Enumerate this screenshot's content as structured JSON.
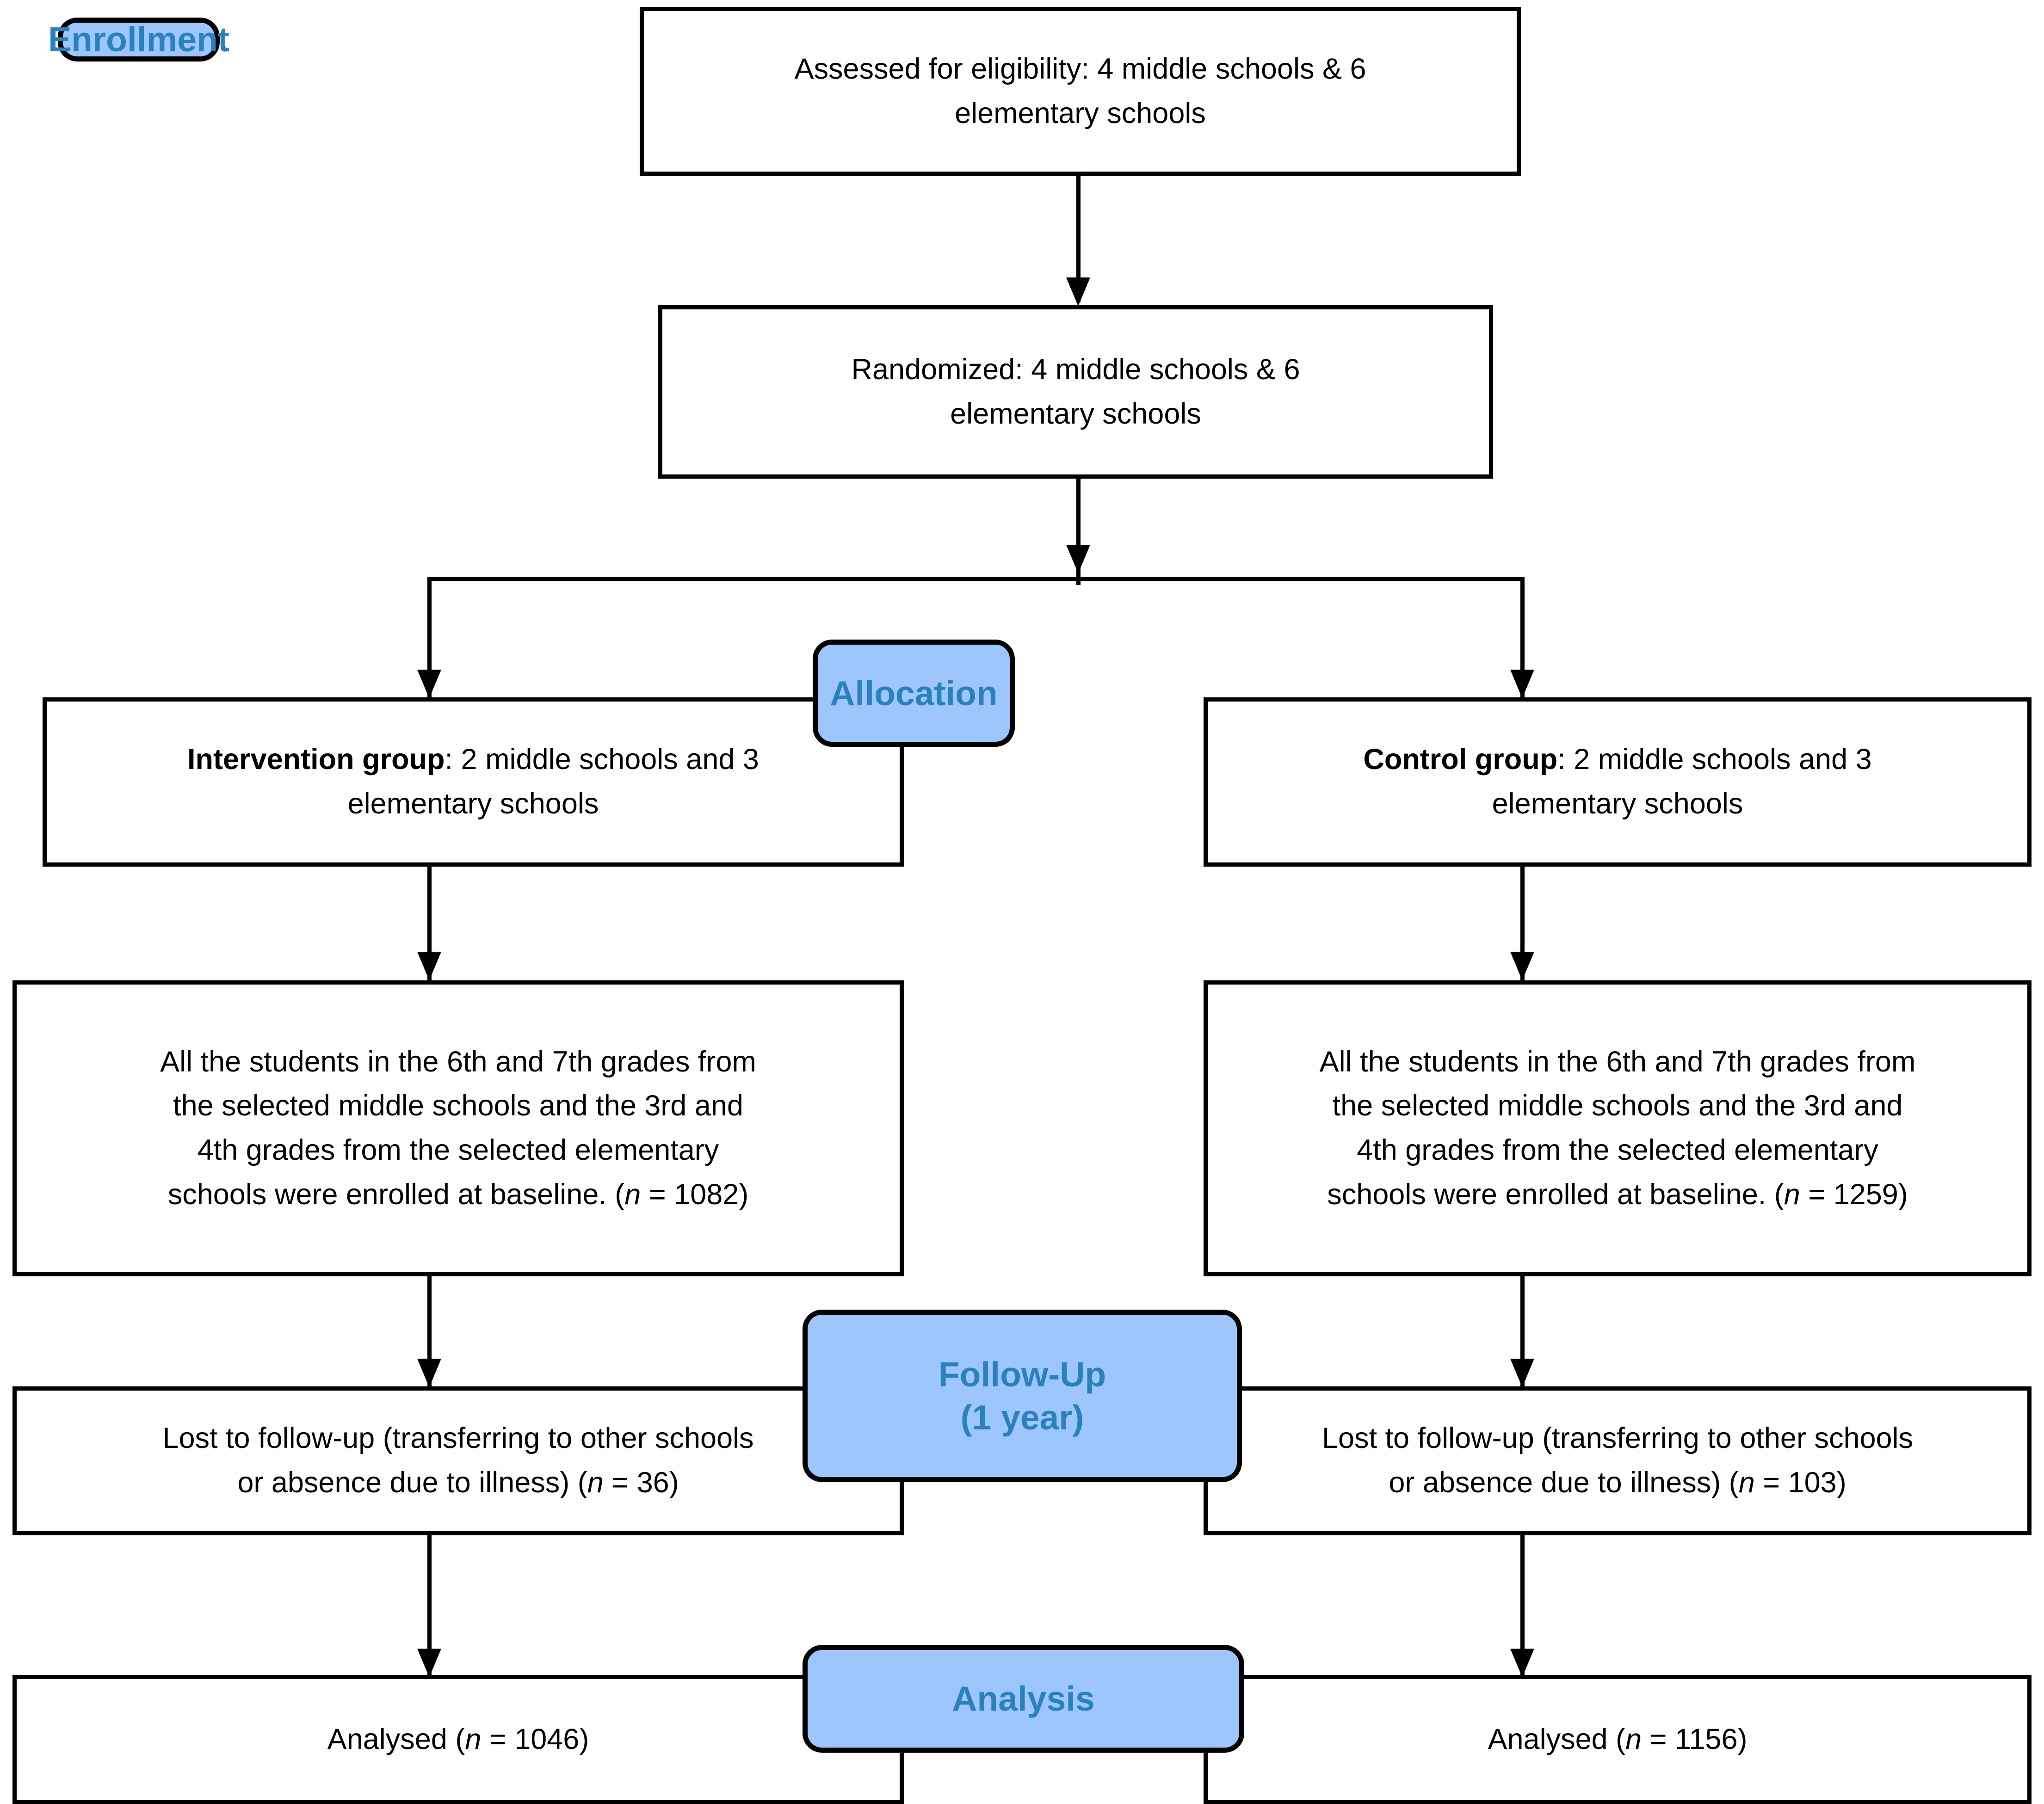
{
  "diagram": {
    "title": "CONSORT participant flow diagram",
    "colors": {
      "badge_fill": "#9dc6fc",
      "badge_text": "#2b80bf",
      "box_border": "#000000",
      "background": "#ffffff"
    }
  },
  "stages": {
    "enrollment": "Enrollment",
    "allocation": "Allocation",
    "followup_line1": "Follow-Up",
    "followup_line2": "(1 year)",
    "analysis": "Analysis"
  },
  "boxes": {
    "assessed": {
      "line1": "Assessed for eligibility: 4 middle schools & 6",
      "line2": "elementary schools"
    },
    "randomized": {
      "line1": "Randomized: 4 middle schools & 6",
      "line2": "elementary schools"
    },
    "intervention_group": {
      "label": "Intervention group",
      "line1_rest": ": 2 middle schools and 3",
      "line2": "elementary schools"
    },
    "control_group": {
      "label": "Control group",
      "line1_rest": ": 2 middle schools and 3",
      "line2": "elementary schools"
    },
    "baseline_intervention": {
      "line1": "All the students in the 6th and 7th grades from",
      "line2": "the selected middle schools and the 3rd and",
      "line3": "4th grades from the selected elementary",
      "line4_pre": "schools were enrolled at baseline. (",
      "n_symbol": "n",
      "n_eq": " = ",
      "n_value": "1082",
      "line4_post": ")"
    },
    "baseline_control": {
      "line1": "All the students in the 6th and 7th grades from",
      "line2": "the selected middle schools and the 3rd and",
      "line3": "4th grades from the selected elementary",
      "line4_pre": "schools were enrolled at baseline. (",
      "n_symbol": "n",
      "n_eq": " = ",
      "n_value": "1259",
      "line4_post": ")"
    },
    "lost_intervention": {
      "line1": "Lost to follow-up (transferring to other schools",
      "line2_pre": "or absence due to illness) (",
      "n_symbol": "n",
      "n_eq": " = ",
      "n_value": "36",
      "line2_post": ")"
    },
    "lost_control": {
      "line1": "Lost to follow-up (transferring to other schools",
      "line2_pre": "or absence due to illness) (",
      "n_symbol": "n",
      "n_eq": " = ",
      "n_value": "103",
      "line2_post": ")"
    },
    "analysed_intervention": {
      "pre": "Analysed (",
      "n_symbol": "n",
      "n_eq": " = ",
      "n_value": "1046",
      "post": ")"
    },
    "analysed_control": {
      "pre": "Analysed (",
      "n_symbol": "n",
      "n_eq": " = ",
      "n_value": "1156",
      "post": ")"
    }
  }
}
